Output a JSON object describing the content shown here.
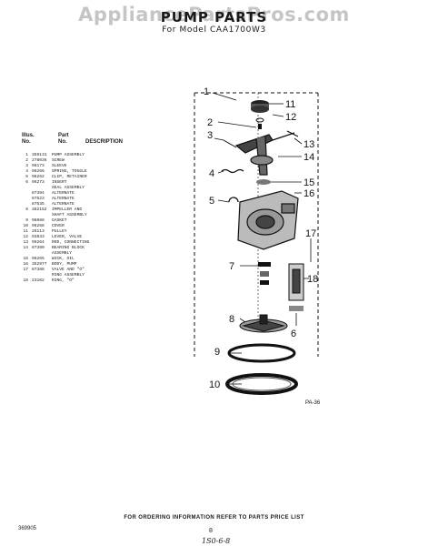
{
  "watermark": "AppliancePartsPros.com",
  "title": "PUMP PARTS",
  "subtitle": "For Model CAA1700W3",
  "parts_table": {
    "header_illus": "Illus.",
    "header_no": "No.",
    "header_part": "Part",
    "header_part_no": "No.",
    "header_description": "DESCRIPTION",
    "rows": [
      {
        "illus": "1",
        "part": "359131",
        "desc": "PUMP ASSEMBLY"
      },
      {
        "illus": "2",
        "part": "278036",
        "desc": "SCREW"
      },
      {
        "illus": "3",
        "part": "96173",
        "desc": "SLEEVE"
      },
      {
        "illus": "4",
        "part": "96266",
        "desc": "SPRING, TOGGLE"
      },
      {
        "illus": "5",
        "part": "96262",
        "desc": "CLIP, RETAINER"
      },
      {
        "illus": "6",
        "part": "96273",
        "desc": "INSERT"
      },
      {
        "illus": "",
        "part": "",
        "desc": "SEAL ASSEMBLY"
      },
      {
        "illus": "",
        "part": "87394",
        "desc": "ALTERNATE"
      },
      {
        "illus": "",
        "part": "87523",
        "desc": "ALTERNATE"
      },
      {
        "illus": "",
        "part": "87535",
        "desc": "ALTERNATE"
      },
      {
        "illus": "8",
        "part": "362152",
        "desc": "IMPELLER AND"
      },
      {
        "illus": "",
        "part": "",
        "desc": "SHAFT ASSEMBLY"
      },
      {
        "illus": "9",
        "part": "96088",
        "desc": "GASKET"
      },
      {
        "illus": "10",
        "part": "96268",
        "desc": "COVER"
      },
      {
        "illus": "11",
        "part": "26113",
        "desc": "PULLEY"
      },
      {
        "illus": "12",
        "part": "93833",
        "desc": "LEVER, VALVE"
      },
      {
        "illus": "13",
        "part": "96264",
        "desc": "ROD, CONNECTING"
      },
      {
        "illus": "14",
        "part": "87390",
        "desc": "BEARING BLOCK"
      },
      {
        "illus": "",
        "part": "",
        "desc": "ASSEMBLY"
      },
      {
        "illus": "15",
        "part": "96265",
        "desc": "WICK, OIL"
      },
      {
        "illus": "16",
        "part": "352977",
        "desc": "BODY, PUMP"
      },
      {
        "illus": "17",
        "part": "87388",
        "desc": "VALVE AND \"O\""
      },
      {
        "illus": "",
        "part": "",
        "desc": "RING ASSEMBLY"
      },
      {
        "illus": "18",
        "part": "23102",
        "desc": "RING, \"O\""
      }
    ]
  },
  "diagram": {
    "callouts": [
      "1",
      "2",
      "3",
      "4",
      "5",
      "6",
      "7",
      "8",
      "9",
      "10",
      "11",
      "12",
      "13",
      "14",
      "15",
      "16",
      "17",
      "18"
    ],
    "code": "PA-36"
  },
  "footer": "FOR ORDERING INFORMATION REFER TO PARTS PRICE LIST",
  "doc_number": "369905",
  "page_number": "8",
  "handwritten": "1S0-6-8"
}
